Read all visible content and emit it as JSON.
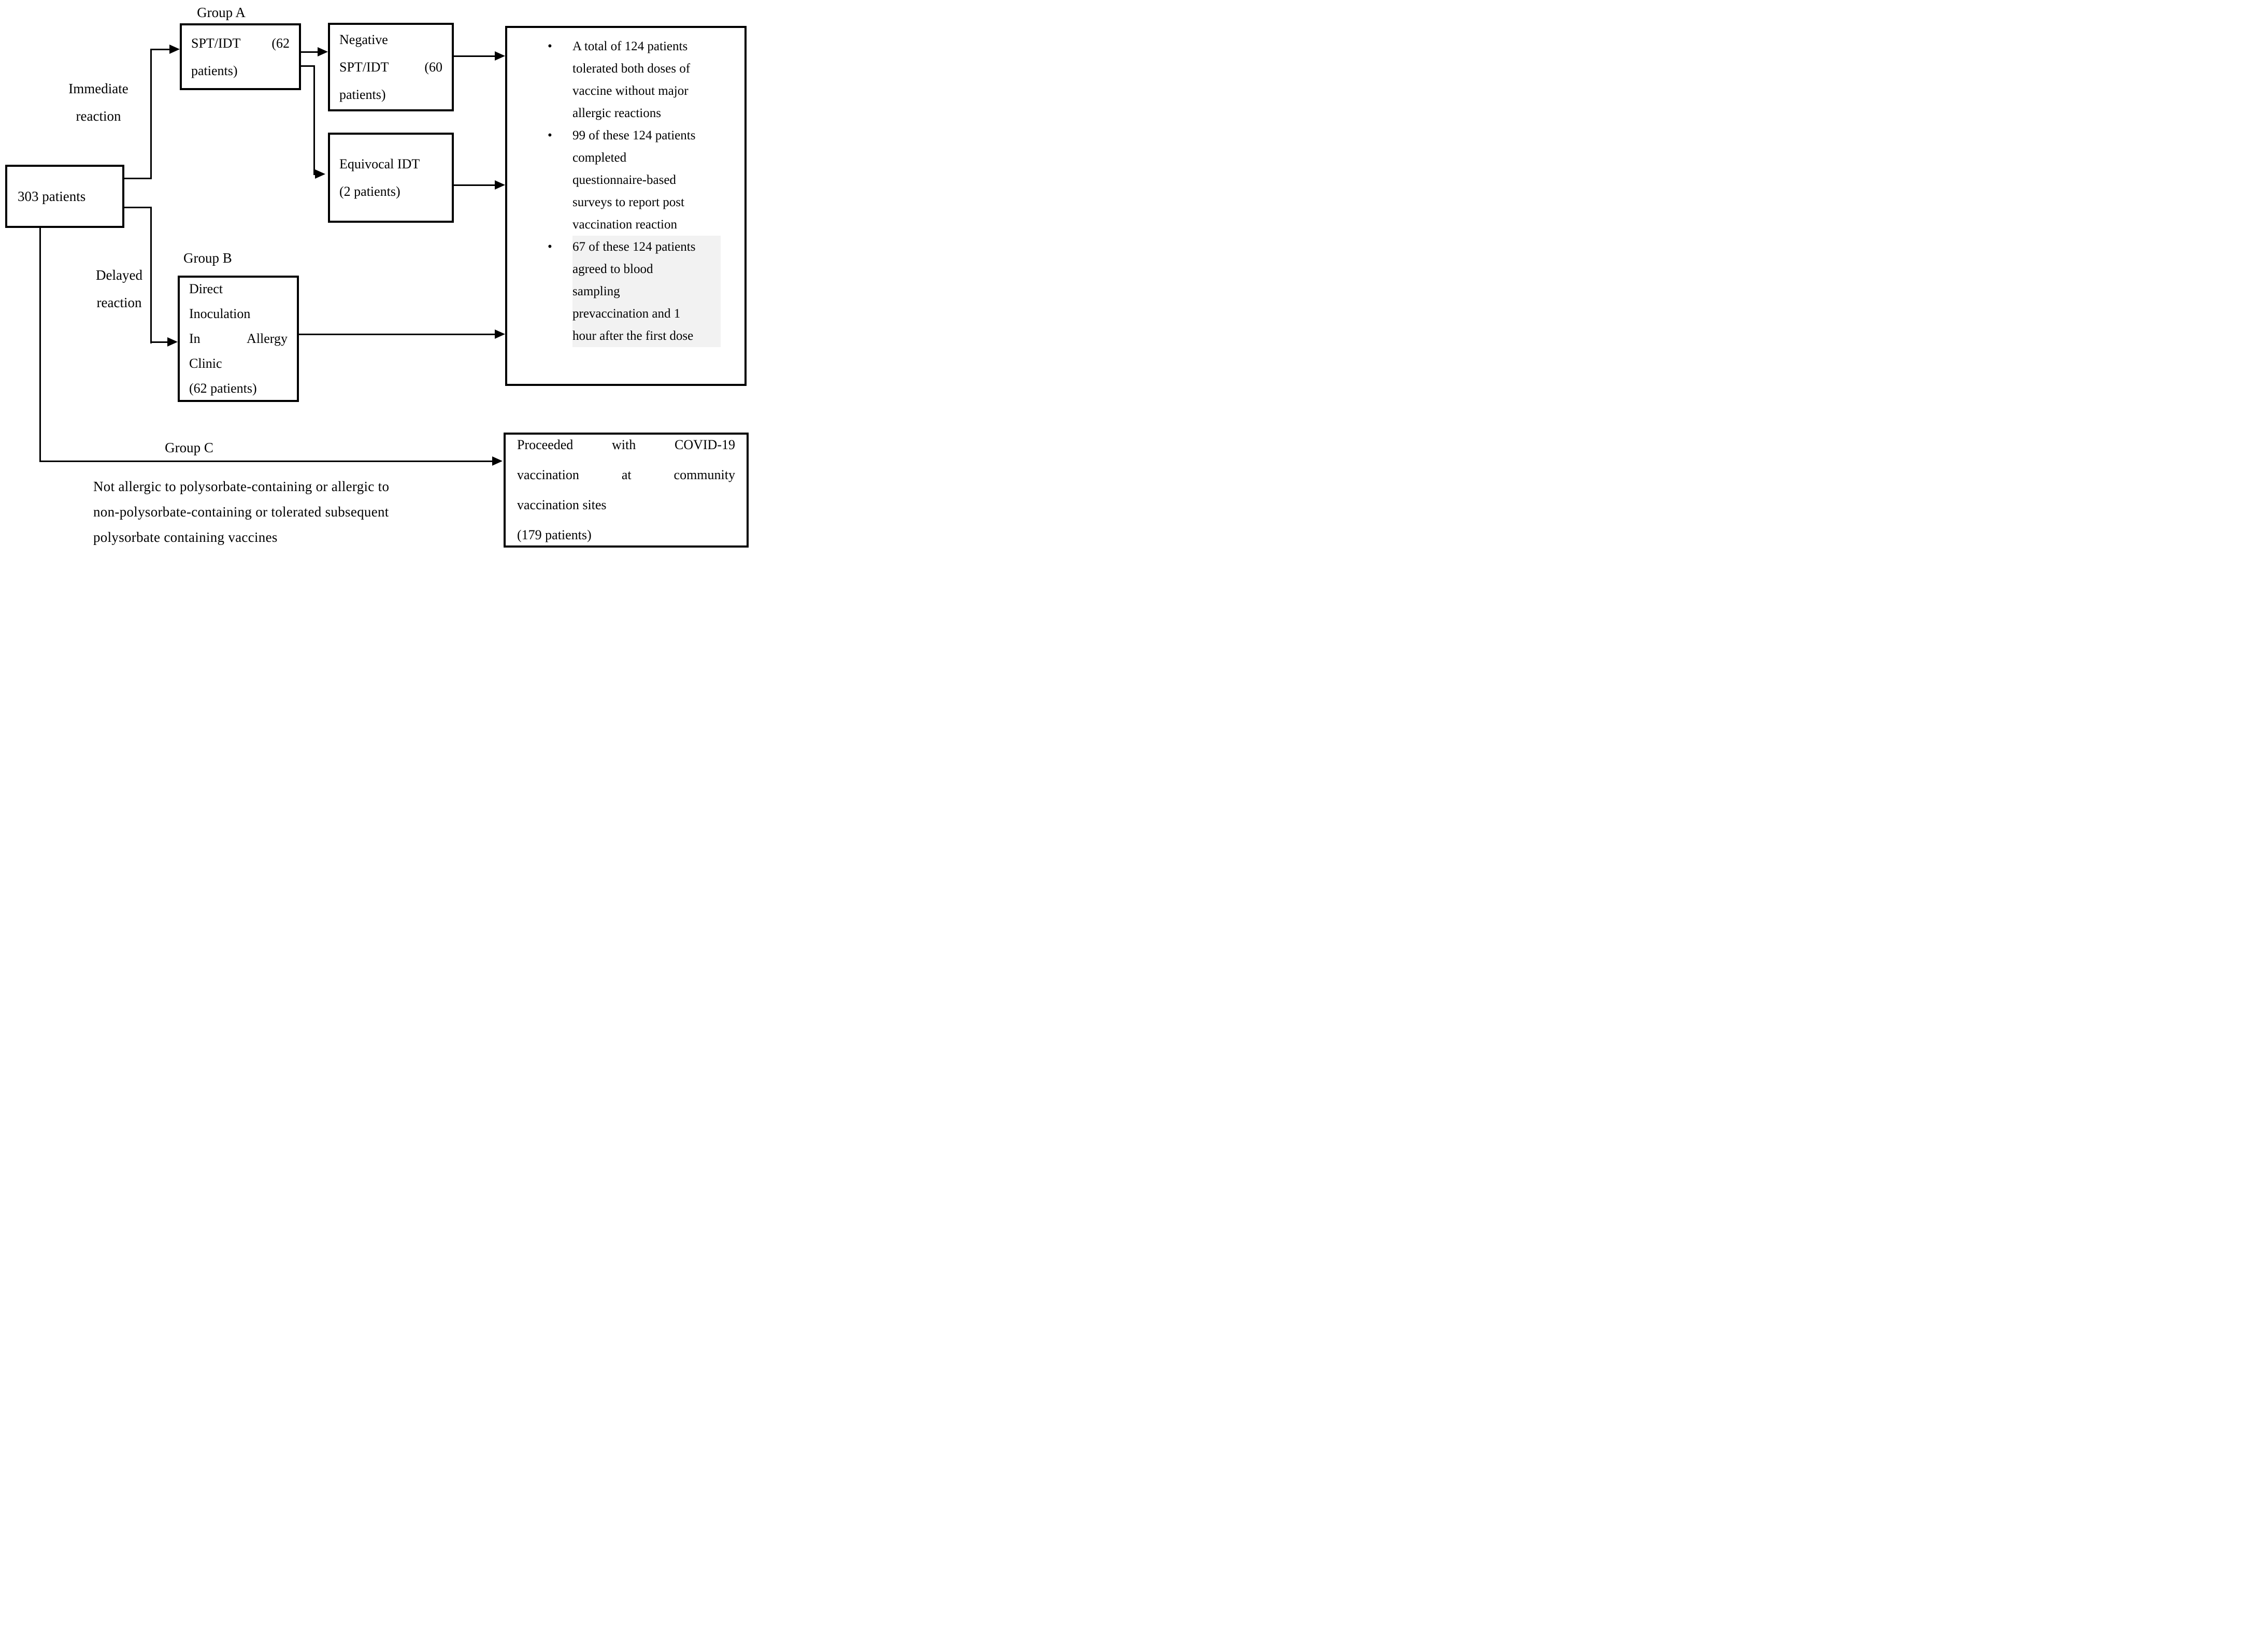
{
  "diagram": {
    "start_box": {
      "text": "303 patients"
    },
    "branch_labels": {
      "immediate": [
        "Immediate",
        "reaction"
      ],
      "delayed": [
        "Delayed",
        "reaction"
      ]
    },
    "group_a": {
      "label": "Group A",
      "line1_left": "SPT/IDT",
      "line1_right": "(62",
      "line2": "patients)"
    },
    "negative_box": {
      "line1": "Negative",
      "line2_left": "SPT/IDT",
      "line2_right": "(60",
      "line3": "patients)"
    },
    "equivocal_box": {
      "lines": [
        "Equivocal IDT",
        "(2 patients)"
      ]
    },
    "group_b": {
      "label": "Group B",
      "line1": "Direct",
      "line2": "Inoculation",
      "line3_left": "In",
      "line3_right": "Allergy",
      "line4": "Clinic",
      "line5": "(62 patients)"
    },
    "results_box": {
      "bullet_glyph": "•",
      "bullets": [
        {
          "lines": [
            "A total of 124 patients",
            "tolerated both doses of",
            "vaccine without major",
            "allergic reactions"
          ],
          "highlighted": false
        },
        {
          "lines": [
            "99 of these 124 patients",
            "completed",
            "questionnaire-based",
            "surveys to report post",
            "vaccination reaction"
          ],
          "highlighted": false
        },
        {
          "lines": [
            "67 of these 124 patients",
            "agreed to blood",
            "sampling",
            "prevaccination and 1",
            "hour after the first dose"
          ],
          "highlighted": true
        }
      ]
    },
    "group_c": {
      "label": "Group C",
      "note_lines": [
        "Not allergic to polysorbate-containing or allergic to",
        "non-polysorbate-containing or tolerated subsequent",
        "polysorbate containing vaccines"
      ],
      "box_line1": [
        "Proceeded",
        "with",
        "COVID-19"
      ],
      "box_line2": [
        "vaccination",
        "at",
        "community"
      ],
      "box_line3": "vaccination sites",
      "box_line4": "(179 patients)"
    },
    "colors": {
      "line": "#000000",
      "highlight": "#f2f2f2",
      "background": "#ffffff"
    }
  }
}
